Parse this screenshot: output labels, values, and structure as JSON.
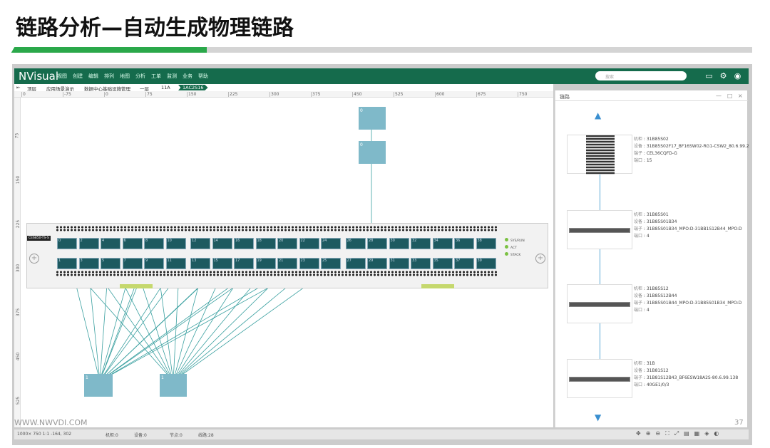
{
  "slide": {
    "title": "链路分析—自动生成物理链路",
    "watermark": "WWW.NWVDI.COM",
    "page": "37"
  },
  "app": {
    "logo": "NVisual",
    "menu": [
      "视图",
      "创建",
      "编辑",
      "排列",
      "地图",
      "分析",
      "工单",
      "监测",
      "业务",
      "帮助"
    ],
    "search_placeholder": "搜索"
  },
  "breadcrumb": [
    "顶层",
    "应用场景演示",
    "数据中心基础设施管理",
    "一层",
    "11A",
    "1AC2S16"
  ],
  "ruler": {
    "x": [
      "0",
      "-75",
      "0",
      "75",
      "150",
      "225",
      "300",
      "375",
      "450",
      "525",
      "600",
      "675",
      "750"
    ],
    "y": [
      "75",
      "150",
      "225",
      "300",
      "375",
      "450",
      "525"
    ]
  },
  "device": {
    "label": "CE6850-TS-S",
    "ports_top": [
      "0",
      "2",
      "4",
      "6",
      "8",
      "10",
      "12",
      "14",
      "16",
      "18",
      "20",
      "22",
      "24",
      "26",
      "28",
      "30",
      "32",
      "34",
      "36",
      "38"
    ],
    "ports_bottom": [
      "1",
      "3",
      "5",
      "7",
      "9",
      "11",
      "13",
      "15",
      "17",
      "19",
      "21",
      "23",
      "25",
      "27",
      "29",
      "31",
      "33",
      "35",
      "37",
      "39"
    ],
    "leds": [
      "SYS/RUN",
      "ACT",
      "STACK"
    ]
  },
  "nodes": {
    "top1": "0",
    "top2": "0",
    "bottom1": "1",
    "bottom2": "1"
  },
  "panel": {
    "title": "链路",
    "keys": [
      "机柜",
      "设备",
      "端子",
      "端口"
    ],
    "items": [
      {
        "values": [
          "31B85S02",
          "31B85S02F17_BF16SW02-RG1-CSW2_80.6.99.2",
          "CEL36CQFD-G",
          "15"
        ]
      },
      {
        "values": [
          "31B85S01",
          "31B85S01B34",
          "31B85S01B34_MPO:D-31BB1S12B44_MPO:D",
          "4"
        ]
      },
      {
        "values": [
          "31B85S12",
          "31B85S12B44",
          "31B85S01B44_MPO:D-31B85S01B34_MPO:D",
          "4"
        ]
      },
      {
        "values": [
          "31B",
          "31B81S12",
          "31B81S12B43_BF6ESW18A2S-80.6.99.138",
          "40GE1/0/3"
        ]
      }
    ]
  },
  "status": {
    "coords": "1000× 750  1:1  -164, 302",
    "cabinet": "机柜:0",
    "device": "设备:0",
    "node": "节点:0",
    "line": "线路:28"
  },
  "colors": {
    "header": "#156b4c",
    "accent": "#2aa84a",
    "link": "#3aa0a0"
  }
}
